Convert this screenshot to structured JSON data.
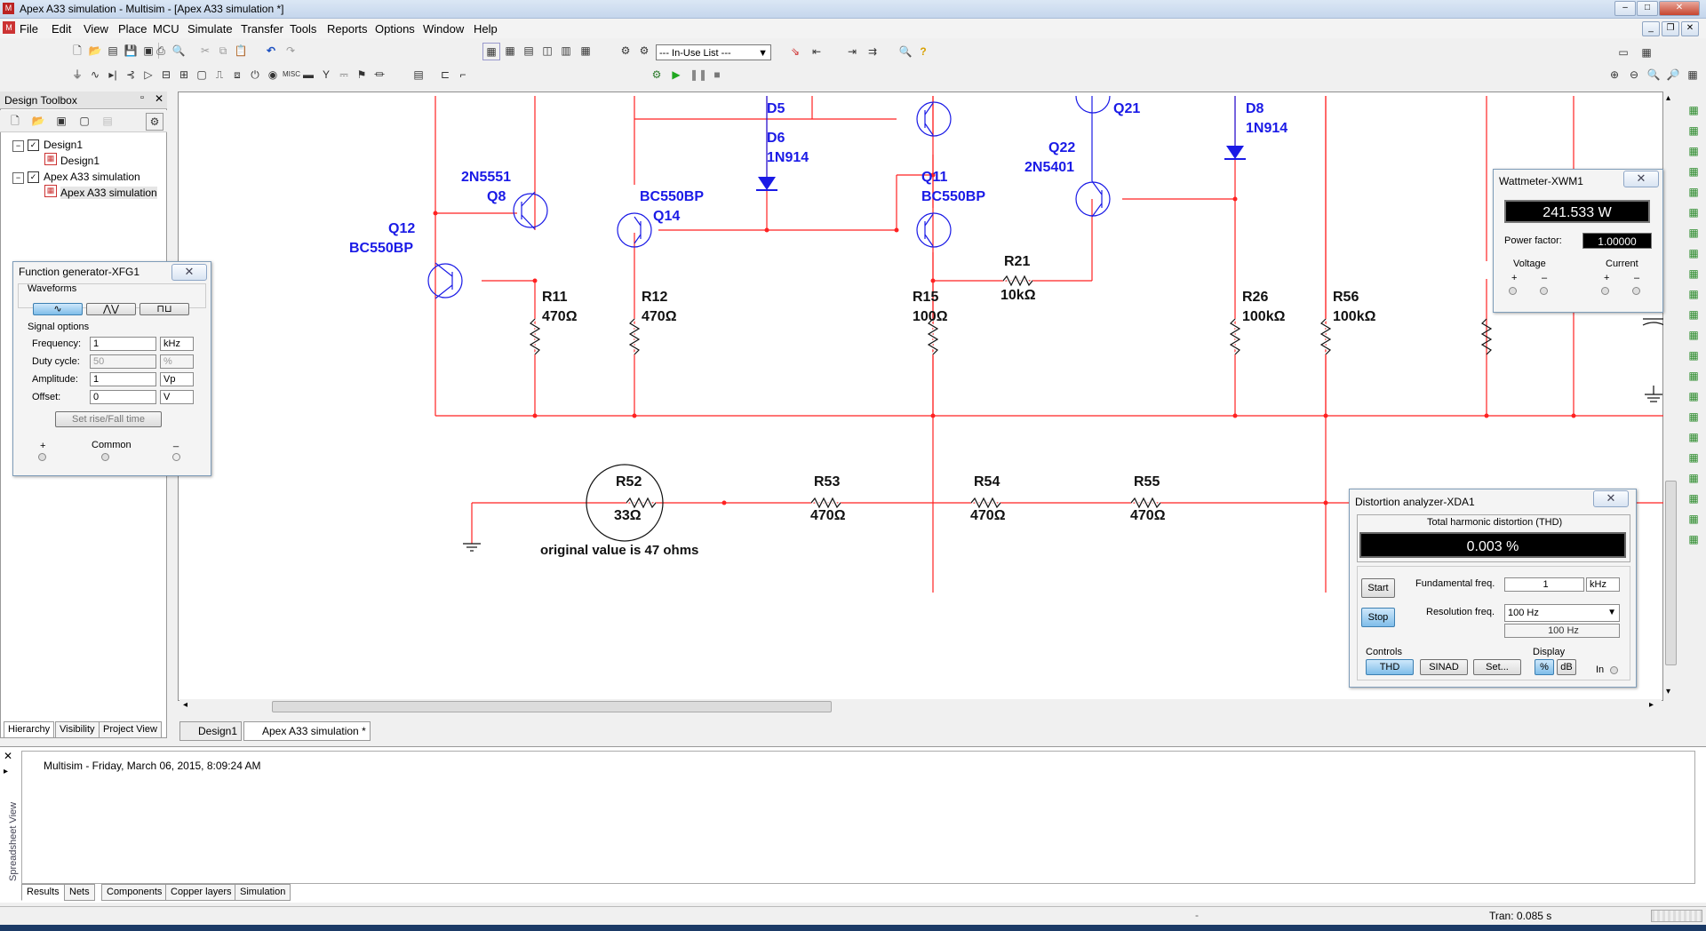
{
  "window": {
    "title": "Apex A33 simulation - Multisim - [Apex A33 simulation *]"
  },
  "menu": [
    "File",
    "Edit",
    "View",
    "Place",
    "MCU",
    "Simulate",
    "Transfer",
    "Tools",
    "Reports",
    "Options",
    "Window",
    "Help"
  ],
  "toolbar": {
    "inuse_list": "--- In-Use List ---"
  },
  "toolbox": {
    "title": "Design Toolbox",
    "tree": [
      "Design1",
      "Design1",
      "Apex A33 simulation",
      "Apex A33 simulation"
    ],
    "tabs": [
      "Hierarchy",
      "Visibility",
      "Project View"
    ]
  },
  "function_generator": {
    "title": "Function generator-XFG1",
    "waveforms_label": "Waveforms",
    "signal_options_label": "Signal options",
    "rows": [
      {
        "label": "Frequency:",
        "value": "1",
        "unit": "kHz"
      },
      {
        "label": "Duty cycle:",
        "value": "50",
        "unit": "%"
      },
      {
        "label": "Amplitude:",
        "value": "1",
        "unit": "Vp"
      },
      {
        "label": "Offset:",
        "value": "0",
        "unit": "V"
      }
    ],
    "rise_fall_button": "Set rise/Fall time",
    "plus": "+",
    "common": "Common",
    "minus": "_"
  },
  "wattmeter": {
    "title": "Wattmeter-XWM1",
    "reading": "241.533 W",
    "power_factor_label": "Power factor:",
    "power_factor": "1.00000",
    "voltage_label": "Voltage",
    "current_label": "Current",
    "plus": "+",
    "minus": "–"
  },
  "distortion_analyzer": {
    "title": "Distortion analyzer-XDA1",
    "thd_label": "Total harmonic distortion (THD)",
    "thd_value": "0.003 %",
    "start": "Start",
    "stop": "Stop",
    "fundamental_label": "Fundamental freq.",
    "fundamental_value": "1",
    "fundamental_unit": "kHz",
    "resolution_label": "Resolution freq.",
    "resolution_value": "100 Hz",
    "resolution_readout": "100 Hz",
    "controls_label": "Controls",
    "display_label": "Display",
    "thd_btn": "THD",
    "sinad_btn": "SINAD",
    "set_btn": "Set...",
    "pct_btn": "%",
    "db_btn": "dB",
    "in_label": "In"
  },
  "schematic": {
    "labels": {
      "d5": "D5",
      "d6": "D6",
      "d6v": "1N914",
      "d8": "D8",
      "d8v": "1N914",
      "q21": "Q21",
      "q22": "Q22",
      "q22v": "2N5401",
      "q8v": "2N5551",
      "q8": "Q8",
      "q14v": "BC550BP",
      "q14": "Q14",
      "q11": "Q11",
      "q11v": "BC550BP",
      "q12": "Q12",
      "q12v": "BC550BP",
      "r11": "R11",
      "r11v": "470Ω",
      "r12": "R12",
      "r12v": "470Ω",
      "r15": "R15",
      "r15v": "100Ω",
      "r21": "R21",
      "r21v": "10kΩ",
      "r26": "R26",
      "r26v": "100kΩ",
      "r56": "R56",
      "r56v": "100kΩ",
      "r52": "R52",
      "r52v": "33Ω",
      "r53": "R53",
      "r53v": "470Ω",
      "r54": "R54",
      "r54v": "470Ω",
      "r55": "R55",
      "r55v": "470Ω",
      "note": "original value is 47 ohms"
    }
  },
  "circuit_tabs": [
    "Design1",
    "Apex A33 simulation *"
  ],
  "output": {
    "side_label": "Spreadsheet View",
    "log": "Multisim  -  Friday, March 06, 2015, 8:09:24 AM",
    "tabs": [
      "Results",
      "Nets",
      "Components",
      "Copper layers",
      "Simulation"
    ]
  },
  "status": {
    "tran": "Tran: 0.085 s"
  }
}
